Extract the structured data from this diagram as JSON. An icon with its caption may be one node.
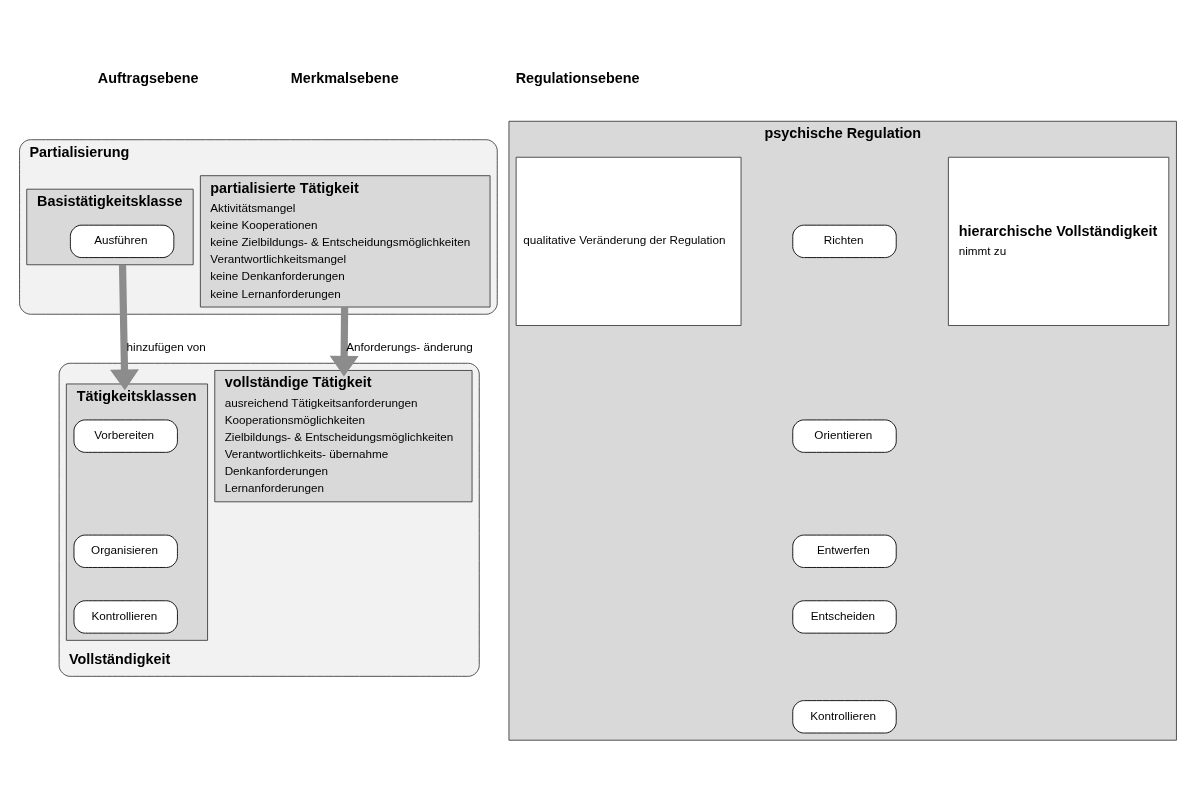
{
  "diagram": {
    "nodes": [
      {
        "text": [
          "Partialisierung"
        ]
      },
      {
        "text": [
          "Basistätigkeitsklasse"
        ],
        "in": 0
      },
      {
        "text": [
          "Ausführen"
        ],
        "in": 1
      },
      {
        "text": [
          "partialisierte Tätigkeit",
          "Aktivitätsmangel",
          "keine Kooperationen",
          "keine Zielbildungs- & Entscheidungsmöglichkeiten",
          "Verantwortlichkeitsmangel",
          "keine Denkanforderungen",
          "keine Lernanforderungen"
        ],
        "in": 0
      },
      {
        "text": [
          "Vollständigkeit"
        ]
      },
      {
        "text": [
          "Tätigkeitsklassen"
        ],
        "in": 4
      },
      {
        "text": [
          "Vorbereiten"
        ],
        "in": 5
      },
      {
        "text": [
          "Organisieren"
        ],
        "in": 5
      },
      {
        "text": [
          "Kontrollieren"
        ],
        "in": 5
      },
      {
        "text": [
          "vollständige Tätigkeit",
          "ausreichend Tätigkeitsanforderungen",
          "Kooperationsmöglichkeiten",
          "Zielbildungs- & Entscheidungsmöglichkeiten",
          "Verantwortlichkeits- übernahme",
          "Denkanforderungen",
          "Lernanforderungen"
        ],
        "in": 4
      },
      {
        "text": [
          "psychische Regulation"
        ]
      },
      {
        "text": [
          "qualitative Veränderung der Regulation"
        ],
        "in": 10
      },
      {
        "text": [
          "Richten"
        ],
        "in": 10
      },
      {
        "text": [
          "Orientieren"
        ],
        "in": 10
      },
      {
        "text": [
          "Entwerfen"
        ],
        "in": 10
      },
      {
        "text": [
          "Entscheiden"
        ],
        "in": 10
      },
      {
        "text": [
          "Kontrollieren"
        ],
        "in": 10
      },
      {
        "text": [
          "hierarchische Vollständigkeit",
          "nimmt zu"
        ],
        "in": 10
      }
    ],
    "edges": [
      {
        "from": 1,
        "to": 5,
        "arrow": "to",
        "label": "hinzufügen von"
      },
      {
        "from": 3,
        "to": 9,
        "arrow": "to",
        "label": "Anforderungs- änderung"
      }
    ],
    "labels": [
      "Auftragsebene",
      "Merkmalsebene",
      "Regulationsebene"
    ]
  }
}
